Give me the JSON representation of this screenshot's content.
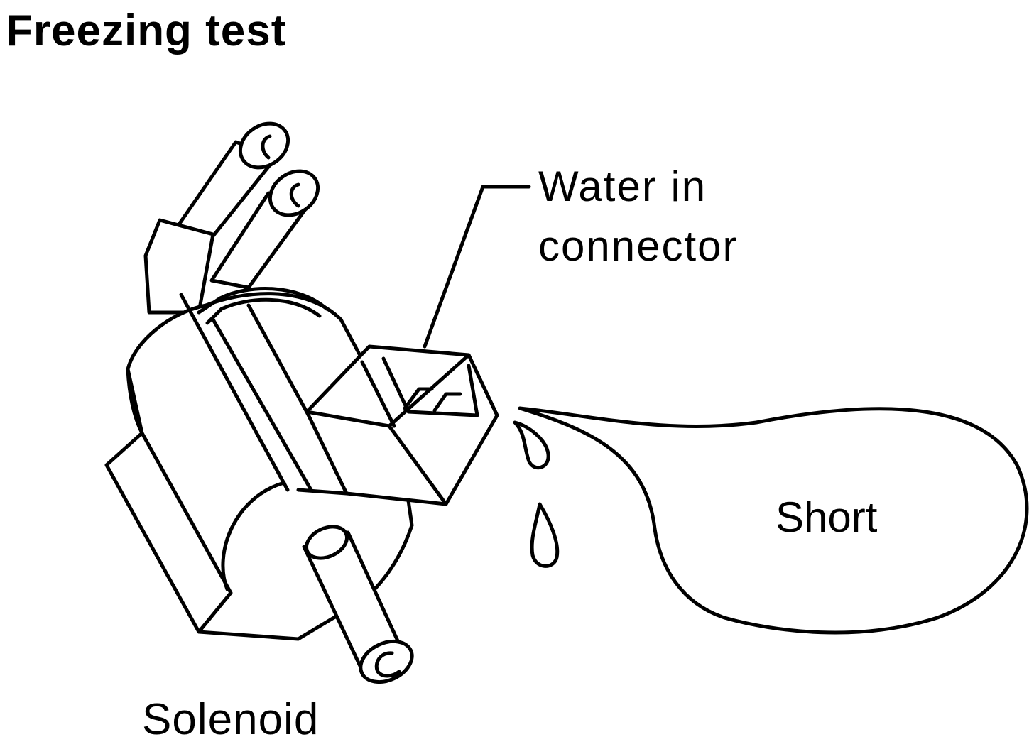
{
  "title": "Freezing test",
  "labels": {
    "water_in_line1": "Water in",
    "water_in_line2": "connector",
    "short": "Short",
    "solenoid": "Solenoid"
  }
}
